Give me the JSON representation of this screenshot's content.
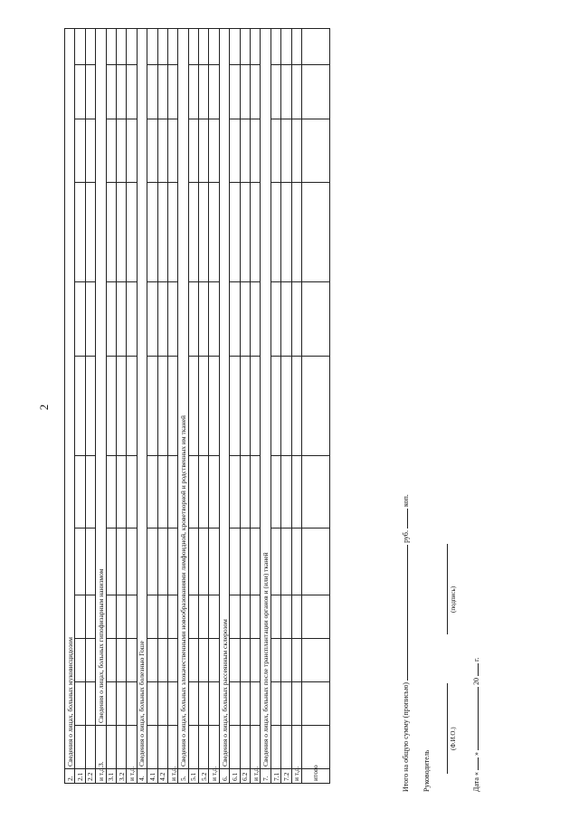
{
  "page_number": "2",
  "table": {
    "rows": [
      {
        "type": "section",
        "num": "2.",
        "title": "Сведения о лицах, больных муковисцидозом"
      },
      {
        "type": "item",
        "num": "2.1"
      },
      {
        "type": "item",
        "num": "2.2"
      },
      {
        "type": "section",
        "num": "и т.д.",
        "title": "",
        "sub_num": "3.",
        "sub_title": "Сведения о лицах, больных гипофизарным нанизмом"
      },
      {
        "type": "item",
        "num": "3.1"
      },
      {
        "type": "item",
        "num": "3.2"
      },
      {
        "type": "item",
        "num": "и т.д."
      },
      {
        "type": "section",
        "num": "4.",
        "title": "Сведения о лицах, больных болезнью Гоше"
      },
      {
        "type": "item",
        "num": "4.1"
      },
      {
        "type": "item",
        "num": "4.2"
      },
      {
        "type": "item",
        "num": "и т.д."
      },
      {
        "type": "section",
        "num": "5.",
        "title": "Сведения о лицах, больных злокачественными новообразованиями лимфоидной, кроветворной и родственных им тканей"
      },
      {
        "type": "item",
        "num": "5.1"
      },
      {
        "type": "item",
        "num": "5.2"
      },
      {
        "type": "item",
        "num": "и т.д."
      },
      {
        "type": "section",
        "num": "6.",
        "title": "Сведения о лицах, больных рассеянным склерозом"
      },
      {
        "type": "item",
        "num": "6.1"
      },
      {
        "type": "item",
        "num": "6.2"
      },
      {
        "type": "item",
        "num": "и т.д."
      },
      {
        "type": "section",
        "num": "7.",
        "title": "Сведения о лицах, больных после трансплантации органов и (или) тканей"
      },
      {
        "type": "item",
        "num": "7.1"
      },
      {
        "type": "item",
        "num": "7.2"
      },
      {
        "type": "item",
        "num": "и т.д."
      },
      {
        "type": "total",
        "num": "итого"
      }
    ]
  },
  "footer": {
    "total_label": "Итого на общую сумму (прописью)",
    "rub_label": "руб.",
    "kop_label": "коп.",
    "head_label": "Руководитель",
    "fio_label": "(Ф.И.О.)",
    "signature_label": "(подпись)",
    "date_prefix": "Дата «",
    "date_mid": "»",
    "date_year": "20",
    "date_suffix": "г."
  }
}
